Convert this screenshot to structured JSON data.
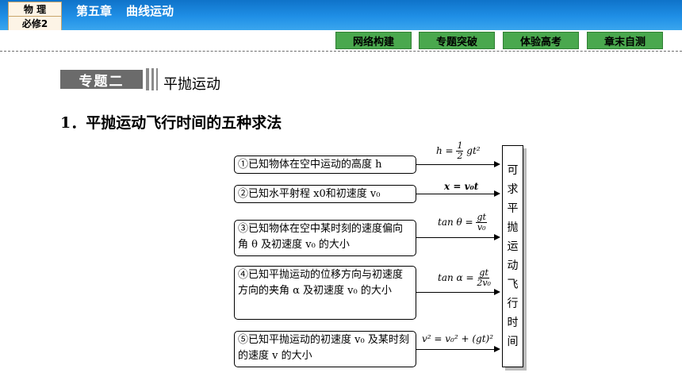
{
  "header": {
    "subject": "物 理",
    "volume": "必修2",
    "chapter": "第五章",
    "chapter_title": "曲线运动"
  },
  "nav": {
    "items": [
      "网络构建",
      "专题突破",
      "体验高考",
      "章末自测"
    ]
  },
  "topic": {
    "badge": "专题二",
    "title": "平抛运动"
  },
  "section_heading": "1．平抛运动飞行时间的五种求法",
  "conditions": [
    "①已知物体在空中运动的高度 h",
    "②已知水平射程 x0和初速度 v₀",
    "③已知物体在空中某时刻的速度偏向角 θ 及初速度 v₀ 的大小",
    "④已知平抛运动的位移方向与初速度方向的夹角 α 及初速度 v₀ 的大小",
    "⑤已知平抛运动的初速度 v₀ 及某时刻的速度 v 的大小"
  ],
  "formulas": {
    "f1_left": "h =",
    "f1_num": "1",
    "f1_den": "2",
    "f1_right": "gt²",
    "f2": "x = v₀t",
    "f3_left": "tan θ =",
    "f3_num": "gt",
    "f3_den": "v₀",
    "f4_left": "tan α =",
    "f4_num": "gt",
    "f4_den": "2v₀",
    "f5": "v² = v₀² + (gt)²"
  },
  "result": [
    "可",
    "求",
    "平",
    "抛",
    "运",
    "动",
    "飞",
    "行",
    "时",
    "间"
  ]
}
